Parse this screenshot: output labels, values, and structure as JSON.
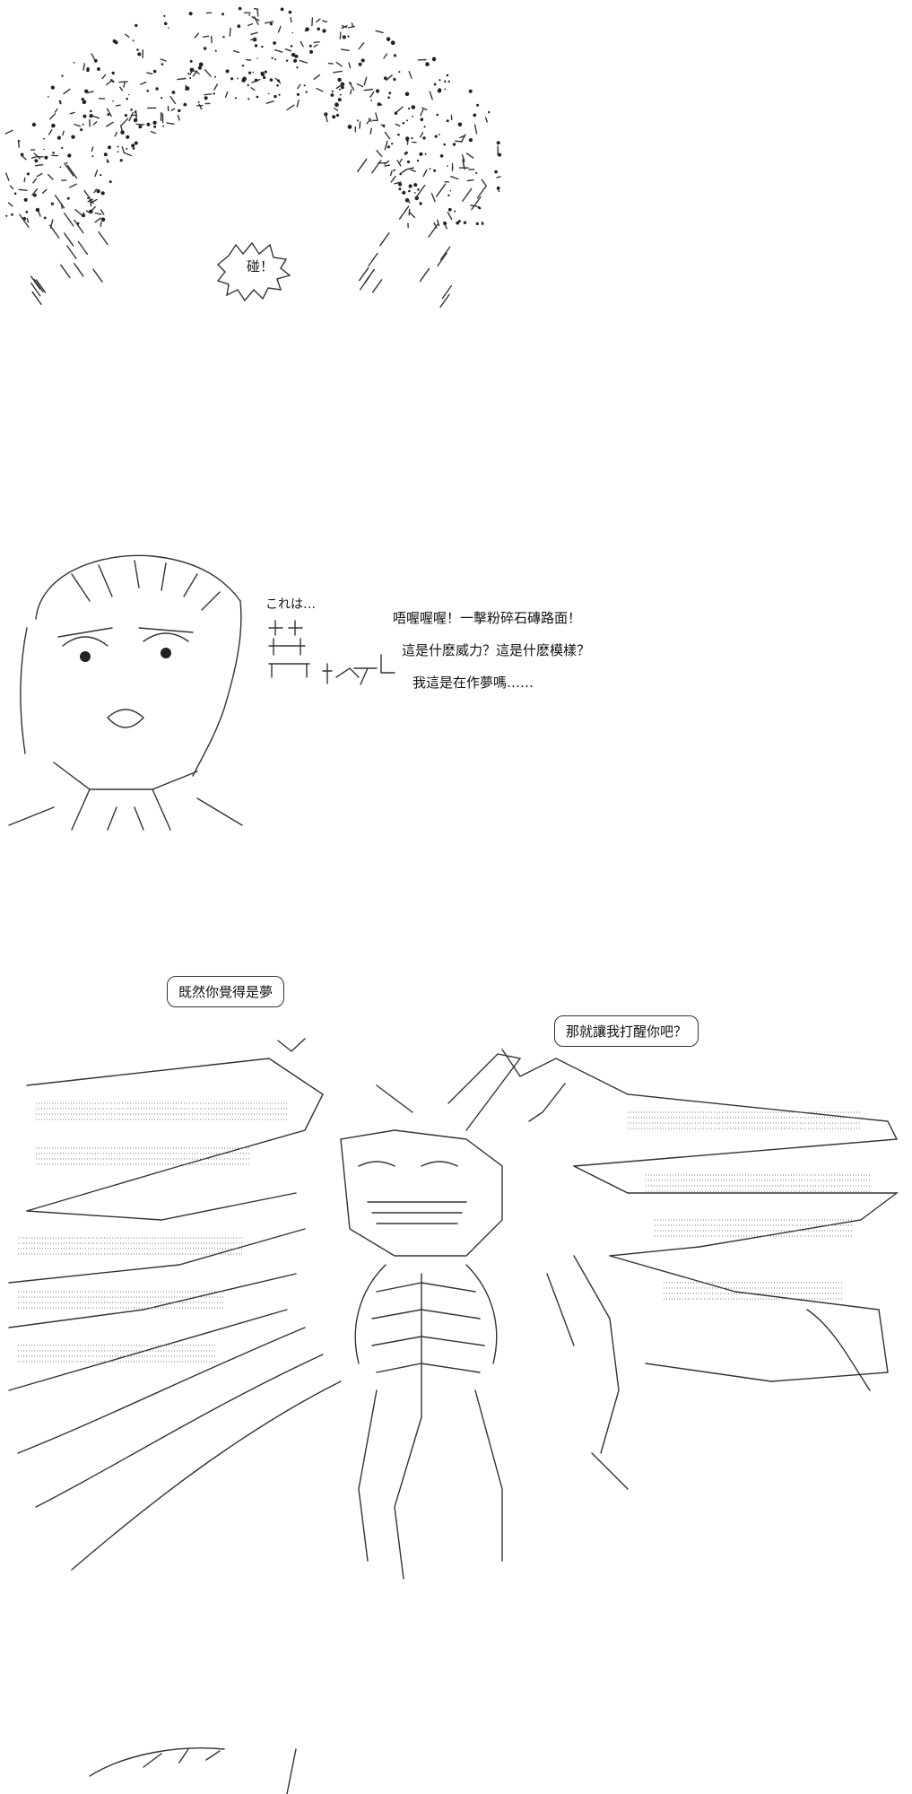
{
  "panel1": {
    "sfx": "碰！"
  },
  "panel2": {
    "whisper": "これは…",
    "lines": [
      "唔喔喔喔！一擊粉碎石磚路面！",
      "這是什麽威力？這是什麽模樣？",
      "我這是在作夢嗎……"
    ]
  },
  "panel3": {
    "bubble_left": "既然你覺得是夢",
    "bubble_right": "那就讓我打醒你吧？"
  }
}
